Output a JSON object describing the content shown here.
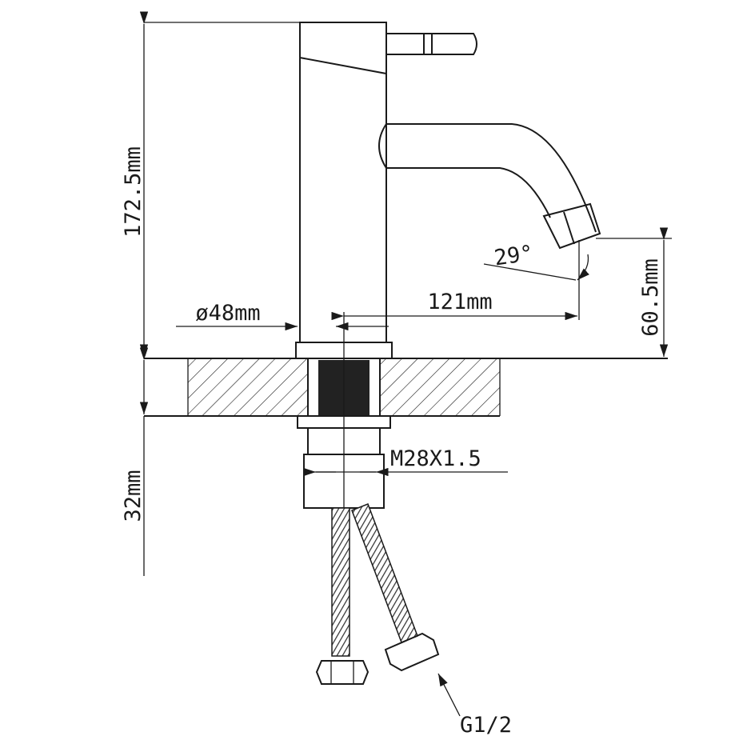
{
  "drawing": {
    "title": "Faucet dimension drawing",
    "dimensions": {
      "height_total": "172.5mm",
      "spout_angle": "29°",
      "spout_reach": "121mm",
      "base_diameter": "ø48mm",
      "spout_height": "60.5mm",
      "thread": "M28X1.5",
      "shank_length": "32mm",
      "hose_connection": "G1/2"
    },
    "line_color": "#1a1a1a"
  }
}
